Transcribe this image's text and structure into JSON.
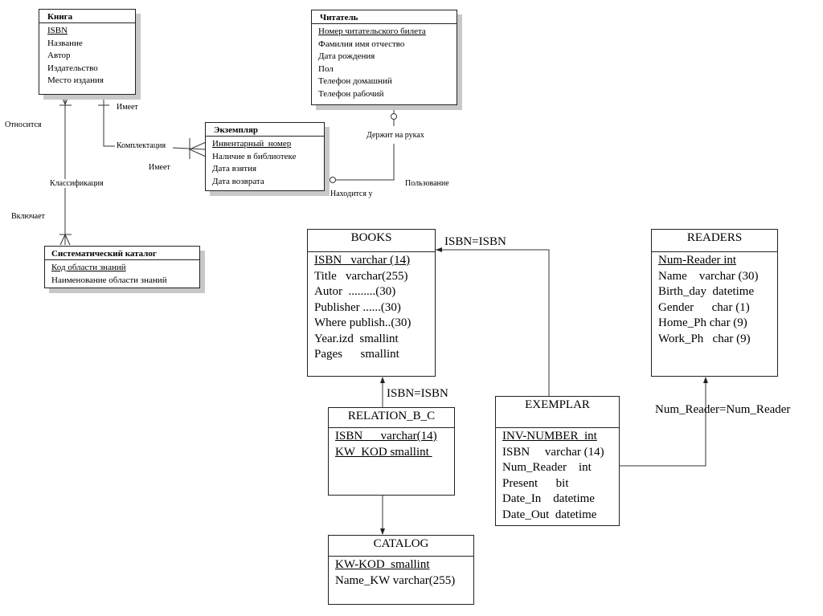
{
  "top_diagram": {
    "entities": {
      "kniga": {
        "title": "Книга",
        "key": [
          "ISBN"
        ],
        "attrs": [
          "Название",
          "Автор",
          "Издательство",
          "Место издания"
        ]
      },
      "chitatel": {
        "title": "Читатель",
        "key": [
          "Номер читательского билета"
        ],
        "attrs": [
          "Фамилия имя отчество",
          "Дата рождения",
          "Пол",
          "Телефон домашний",
          "Телефон рабочий"
        ]
      },
      "ekzemplyar": {
        "title": "Экземпляр",
        "key": [
          "Инвентарный  номер"
        ],
        "attrs": [
          "Наличие в библиотеке",
          "Дата взятия",
          "Дата возврата"
        ]
      },
      "katalog": {
        "title": "Систематический каталог",
        "key": [
          "Код области знаний"
        ],
        "attrs": [
          "Наименование области знаний"
        ]
      }
    },
    "labels": {
      "imeet_1": "Имеет",
      "otnositsya": "Относится",
      "komplektatsiya": "Комплектация",
      "imeet_2": "Имеет",
      "klassifikatsiya": "Классификация",
      "vklyuchaet": "Включает",
      "derzhit_na_rukah": "Держит на руках",
      "nahoditsya_u": "Находится у",
      "polzovanie": "Пользование"
    }
  },
  "bottom_diagram": {
    "tables": {
      "books": {
        "title": "BOOKS",
        "key": [
          "ISBN   varchar (14)"
        ],
        "attrs": [
          "Title   varchar(255)",
          "Autor  .........(30)",
          "Publisher ......(30)",
          "Where publish..(30)",
          "Year.izd  smallint",
          "Pages      smallint"
        ]
      },
      "readers": {
        "title": "READERS",
        "key": [
          "Num-Reader int"
        ],
        "attrs": [
          "Name    varchar (30)",
          "Birth_day  datetime",
          "Gender      char (1)",
          "Home_Ph char (9)",
          "Work_Ph   char (9)"
        ]
      },
      "relation_b_c": {
        "title": "RELATION_B_C",
        "key": [
          "ISBN      varchar(14)",
          "KW  KOD smallint "
        ],
        "attrs": []
      },
      "exemplar": {
        "title": "EXEMPLAR",
        "key": [
          "INV-NUMBER  int"
        ],
        "attrs": [
          "ISBN     varchar (14)",
          "Num_Reader    int",
          "Present      bit",
          "Date_In    datetime",
          "Date_Out  datetime"
        ]
      },
      "catalog": {
        "title": "CATALOG",
        "key": [
          "KW-KOD  smallint"
        ],
        "attrs": [
          "Name_KW varchar(255)"
        ]
      }
    },
    "relations": {
      "exemplar_books": "ISBN=ISBN",
      "relation_books": "ISBN=ISBN",
      "exemplar_readers": "Num_Reader=Num_Reader"
    }
  }
}
